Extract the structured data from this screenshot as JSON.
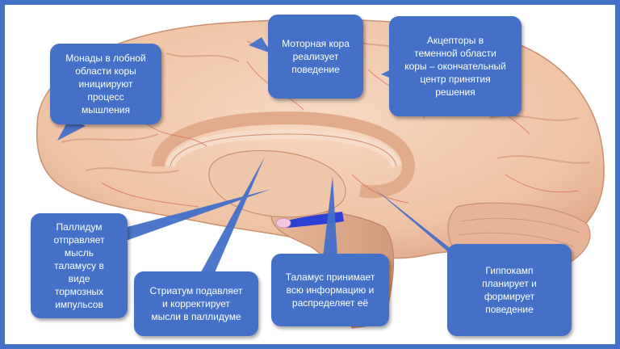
{
  "callouts": {
    "monads": "Монады в лобной\nобласти коры\nинициируют\nпроцесс\nмышления",
    "motor": "Моторная кора\nреализует\nповедение",
    "acceptors": "Акцепторы в\nтеменной области\nкоры – окончательный\nцентр принятия\nрешения",
    "pallidum": "Паллидум\nотправляет\nмысль\nталамусу в\nвиде\nтормозных\nимпульсов",
    "striatum": "Стриатум подавляет\nи корректирует\nмысли в паллидуме",
    "thalamus": "Таламус принимает\nвсю информацию и\nраспределяет её",
    "hippocampus": "Гиппокамп\nпланирует и\nформирует\nповедение"
  },
  "colors": {
    "frame": "#4472c4",
    "callout": "#4470c8",
    "brain": "#f2c9ae",
    "brain_shade": "#d9a182",
    "vessel": "#d86a5a",
    "ventricle_marker": "#2e3fd6"
  }
}
